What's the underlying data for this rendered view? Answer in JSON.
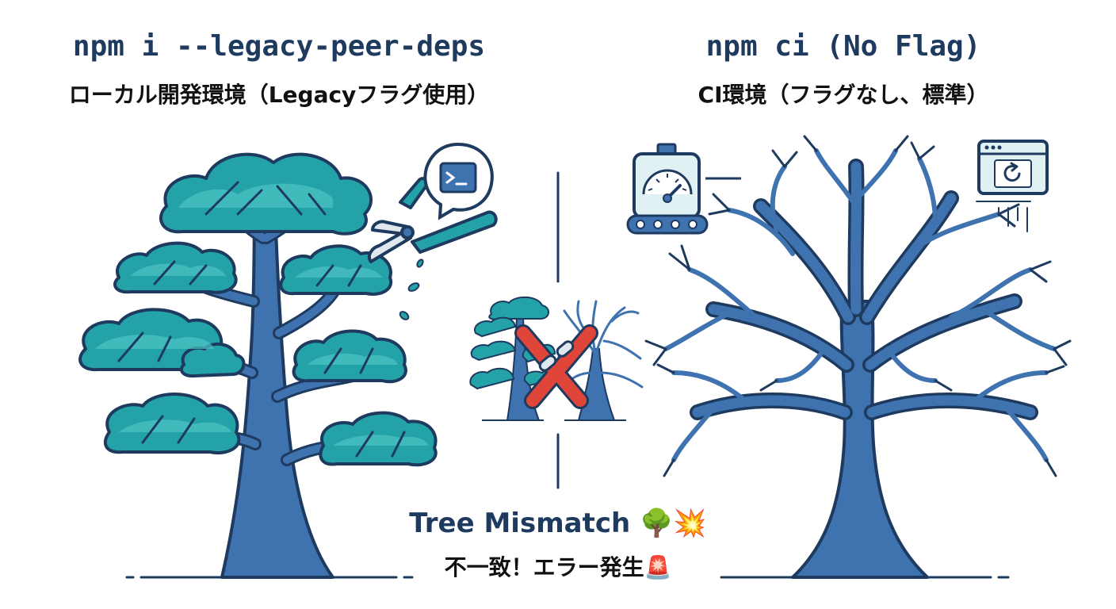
{
  "left": {
    "command": "npm i --legacy-peer-deps",
    "subtitle": "ローカル開発環境（Legacyフラグ使用）"
  },
  "right": {
    "command": "npm ci (No Flag)",
    "subtitle": "CI環境（フラグなし、標準）"
  },
  "caption": {
    "title": "Tree Mismatch 🌳💥",
    "message": "不一致！エラー発生🚨"
  },
  "icons": [
    "terminal-icon",
    "pruning-shears-icon",
    "pressure-gauge-icon",
    "browser-refresh-icon",
    "broken-link-icon"
  ],
  "colors": {
    "outline": "#1e3a5f",
    "trunk": "#3f73b0",
    "foliage": "#23a3a8",
    "foliage_light": "#4ec3c4",
    "alert": "#e0453a",
    "panel": "#dff1f3"
  }
}
